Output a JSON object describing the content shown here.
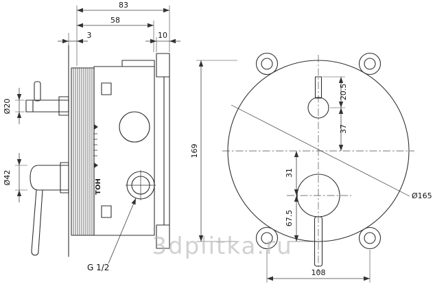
{
  "drawing": {
    "watermark": "3dplitka.ru",
    "side_view": {
      "dim_total_depth": "83",
      "dim_body_depth": "58",
      "dim_wall_offset": "3",
      "dim_trim_depth": "10",
      "dim_upper_handle_diameter": "Ø20",
      "dim_lower_handle_diameter": "Ø42",
      "thread_label": "G 1/2",
      "body_marking": "ТОН"
    },
    "front_view": {
      "dim_overall_height": "169",
      "dim_stem_to_upper_center": "20.5",
      "dim_upper_center_to_middle": "37",
      "dim_middle_to_lower_center": "31",
      "dim_lower_center_to_bottom": "67.5",
      "dim_lug_span": "108",
      "dim_plate_diameter": "Ø165"
    }
  }
}
